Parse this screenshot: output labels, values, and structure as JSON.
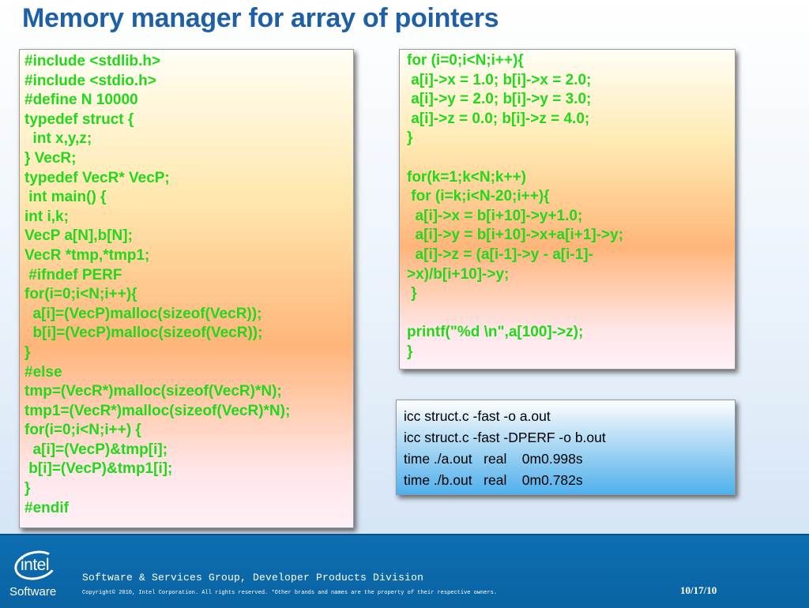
{
  "title": "Memory manager for array of pointers",
  "left_code": [
    "#include <stdlib.h>",
    "#include <stdio.h>",
    "#define N 10000",
    "typedef struct {",
    "  int x,y,z;",
    "} VecR;",
    "typedef VecR* VecP;",
    " int main() {",
    "int i,k;",
    "VecP a[N],b[N];",
    "VecR *tmp,*tmp1;",
    " #ifndef PERF",
    "for(i=0;i<N;i++){",
    "  a[i]=(VecP)malloc(sizeof(VecR));",
    "  b[i]=(VecP)malloc(sizeof(VecR));",
    "}",
    "#else",
    "tmp=(VecR*)malloc(sizeof(VecR)*N);",
    "tmp1=(VecR*)malloc(sizeof(VecR)*N);",
    "for(i=0;i<N;i++) {",
    "  a[i]=(VecP)&tmp[i];",
    " b[i]=(VecP)&tmp1[i];",
    "}",
    "#endif"
  ],
  "right_code": [
    "for (i=0;i<N;i++){",
    " a[i]->x = 1.0; b[i]->x = 2.0;",
    " a[i]->y = 2.0; b[i]->y = 3.0;",
    " a[i]->z = 0.0; b[i]->z = 4.0;",
    "}",
    "",
    "for(k=1;k<N;k++)",
    " for (i=k;i<N-20;i++){",
    "  a[i]->x = b[i+10]->y+1.0;",
    "  a[i]->y = b[i+10]->x+a[i+1]->y;",
    "  a[i]->z = (a[i-1]->y - a[i-1]-",
    ">x)/b[i+10]->y;",
    " }",
    "",
    "printf(\"%d \\n\",a[100]->z);",
    "}"
  ],
  "commands": [
    "icc struct.c -fast -o a.out",
    "icc struct.c -fast -DPERF -o b.out",
    "time ./a.out   real    0m0.998s",
    "time ./b.out   real    0m0.782s"
  ],
  "footer": {
    "logo_text": "intel",
    "software_label": "Software",
    "division": "Software & Services Group, Developer Products Division",
    "copyright": "Copyright© 2010, Intel Corporation. All rights reserved. *Other brands and names are the property of their respective owners.",
    "date": "10/17/10"
  }
}
